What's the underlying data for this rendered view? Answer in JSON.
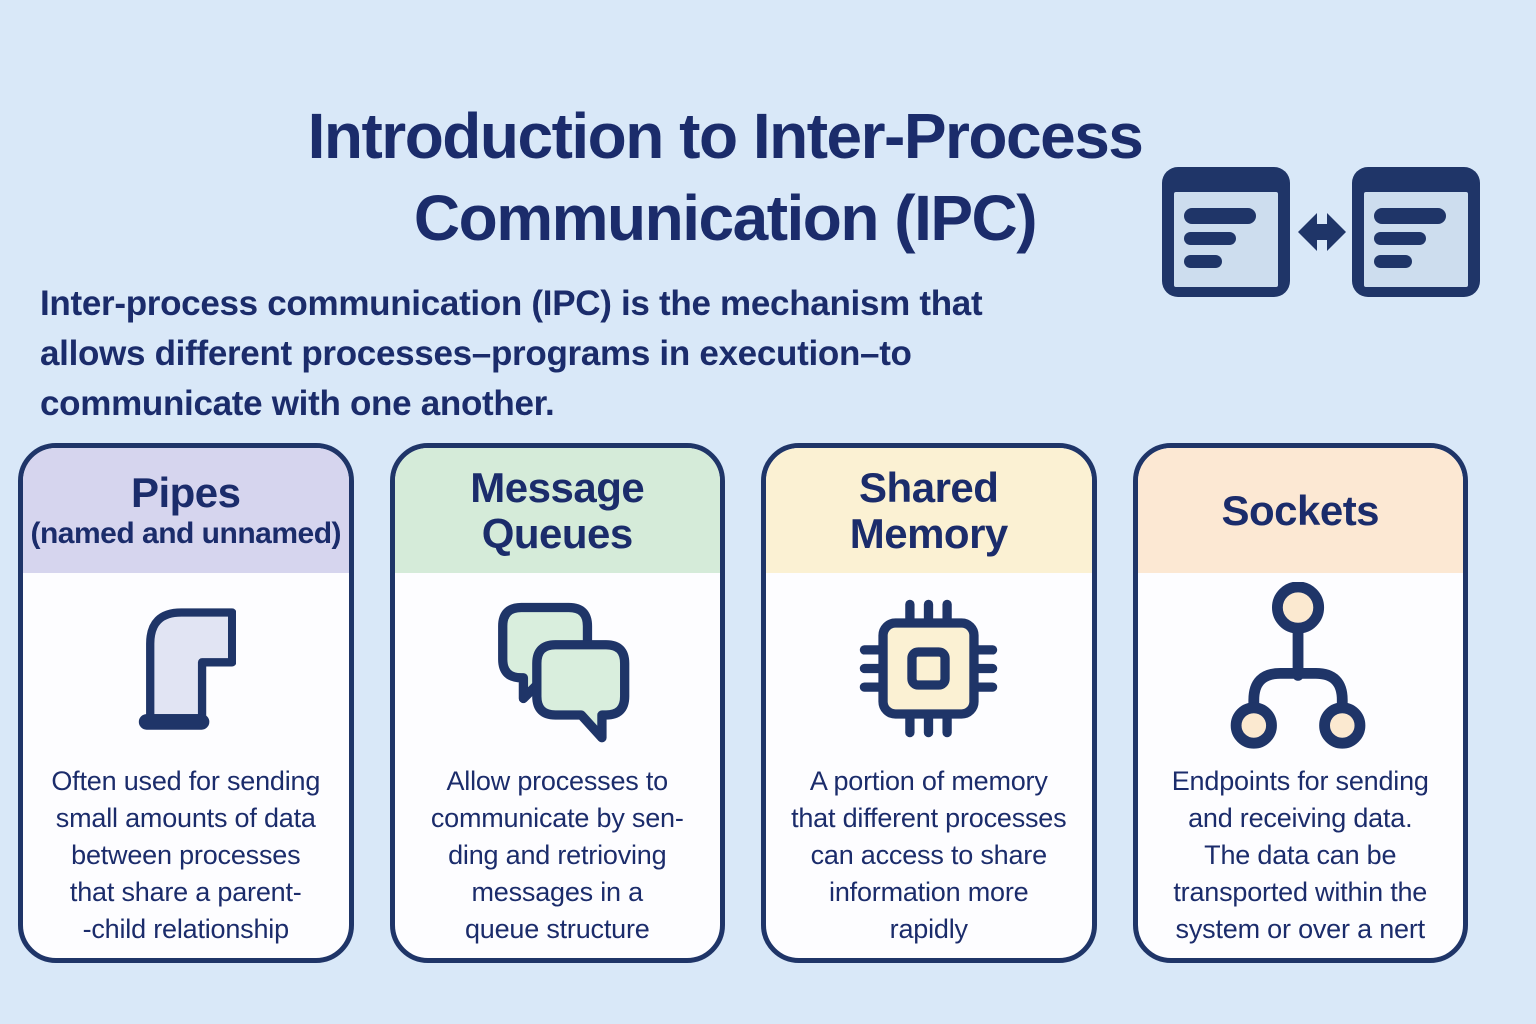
{
  "page": {
    "background_color": "#d9e8f8",
    "text_color": "#1b2c6b",
    "outline_color": "#1f3568"
  },
  "header": {
    "title": "Introduction to Inter-Process\nCommunication (IPC)",
    "intro": "Inter-process communication (IPC) is the mechanism that\nallows different processes–programs in execution–to\ncommunicate with one another.",
    "hero_icon": "two-process-windows-exchange-icon",
    "hero_window_fill": "#cdddee"
  },
  "cards": [
    {
      "id": "pipes",
      "title": "Pipes",
      "subtitle": "(named and unnamed)",
      "header_color": "#d6d5ee",
      "icon": "pipe-elbow-icon",
      "icon_fill": "#e1e4f3",
      "description": "Often used for sending\nsmall amounts of data\nbetween processes\nthat share a parent-\n-child relationship"
    },
    {
      "id": "message-queues",
      "title": "Message\nQueues",
      "header_color": "#d5ebd9",
      "icon": "chat-bubbles-icon",
      "icon_fill": "#d9eedd",
      "description": "Allow processes to\ncommunicate by sen-\nding and retrioving\nmessages in a\nqueue structure"
    },
    {
      "id": "shared-memory",
      "title": "Shared\nMemory",
      "header_color": "#fbf1d3",
      "icon": "cpu-chip-icon",
      "icon_fill": "#fbf1d3",
      "description": "A portion of memory\nthat different processes\ncan access to share\ninformation more\nrapidly"
    },
    {
      "id": "sockets",
      "title": "Sockets",
      "header_color": "#fce8d3",
      "icon": "network-nodes-icon",
      "icon_fill": "#fbe9d0",
      "description": "Endpoints for sending\nand receiving data.\nThe data can be\ntransported within the\nsystem or over a nert"
    }
  ]
}
